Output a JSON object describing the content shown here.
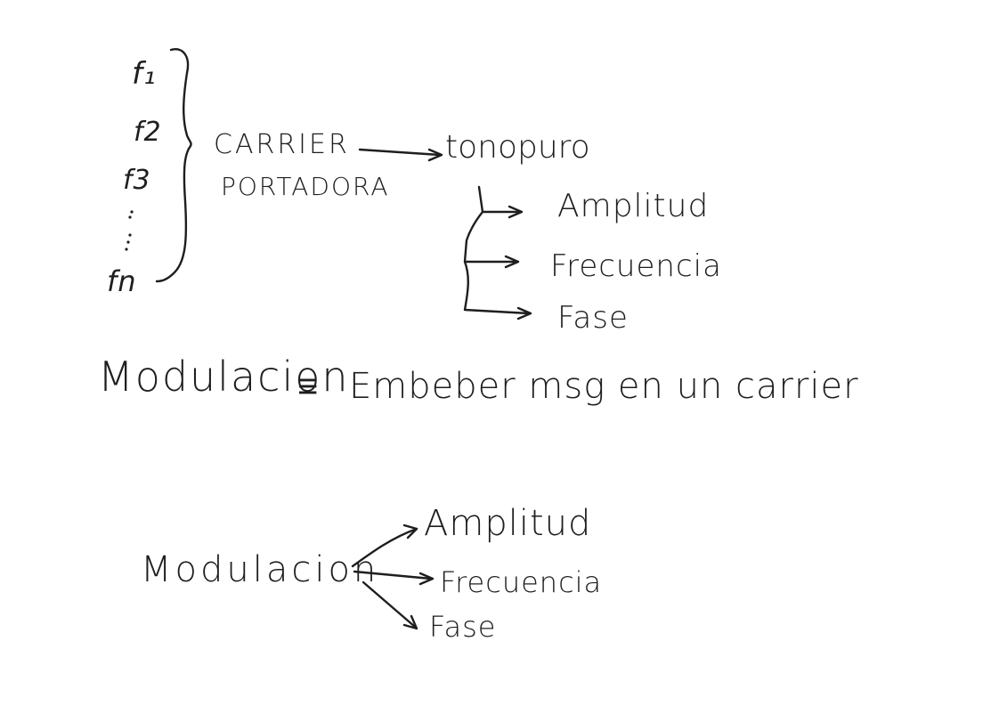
{
  "frequencies": {
    "f1": "f₁",
    "f2": "f2",
    "f3": "f3",
    "fn": "fn"
  },
  "carrier": {
    "label_en": "CARRIER",
    "label_es": "PORTADORA",
    "tone": "tonopuro"
  },
  "tone_properties": {
    "amplitude": "Amplitud",
    "frequency": "Frecuencia",
    "phase": "Fase"
  },
  "definition": {
    "term": "Modulacion",
    "equiv_symbol": "≡",
    "meaning": "Embeber msg en un carrier"
  },
  "modulation_types": {
    "term": "Modulacion",
    "amplitude": "Amplitud",
    "frequency": "Frecuencia",
    "phase": "Fase"
  },
  "colors": {
    "ink": "#1e1e1e",
    "paper": "#ffffff"
  }
}
